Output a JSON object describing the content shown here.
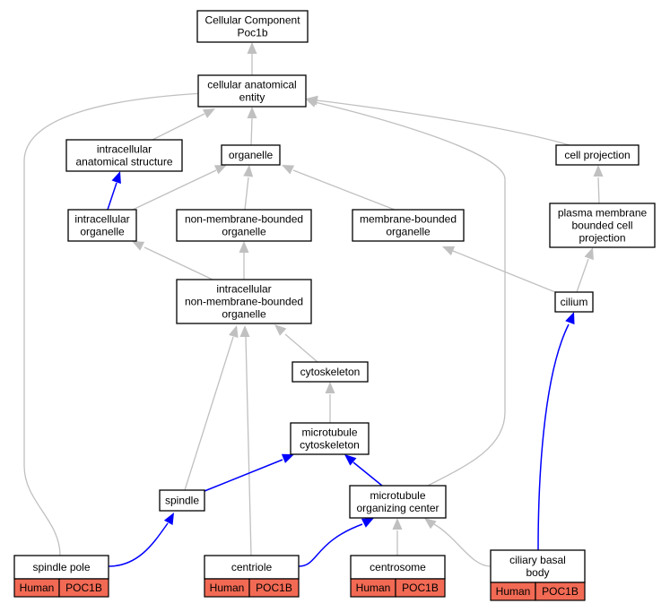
{
  "nodes": {
    "root": {
      "lines": [
        "Cellular Component",
        "Poc1b"
      ]
    },
    "cae": {
      "lines": [
        "cellular anatomical",
        "entity"
      ]
    },
    "ias": {
      "lines": [
        "intracellular",
        "anatomical structure"
      ]
    },
    "organelle": {
      "lines": [
        "organelle"
      ]
    },
    "cellproj": {
      "lines": [
        "cell projection"
      ]
    },
    "io": {
      "lines": [
        "intracellular",
        "organelle"
      ]
    },
    "nmbo": {
      "lines": [
        "non-membrane-bounded",
        "organelle"
      ]
    },
    "mbo": {
      "lines": [
        "membrane-bounded",
        "organelle"
      ]
    },
    "pmbcp": {
      "lines": [
        "plasma membrane",
        "bounded cell",
        "projection"
      ]
    },
    "inmbo": {
      "lines": [
        "intracellular",
        "non-membrane-bounded",
        "organelle"
      ]
    },
    "cilium": {
      "lines": [
        "cilium"
      ]
    },
    "cytoskeleton": {
      "lines": [
        "cytoskeleton"
      ]
    },
    "mtcyto": {
      "lines": [
        "microtubule",
        "cytoskeleton"
      ]
    },
    "spindle": {
      "lines": [
        "spindle"
      ]
    },
    "mtoc": {
      "lines": [
        "microtubule",
        "organizing center"
      ]
    },
    "spindlepole": {
      "lines": [
        "spindle pole"
      ],
      "species": "Human",
      "gene": "POC1B"
    },
    "centriole": {
      "lines": [
        "centriole"
      ],
      "species": "Human",
      "gene": "POC1B"
    },
    "centrosome": {
      "lines": [
        "centrosome"
      ],
      "species": "Human",
      "gene": "POC1B"
    },
    "ciliarybasal": {
      "lines": [
        "ciliary basal",
        "body"
      ],
      "species": "Human",
      "gene": "POC1B"
    }
  },
  "edges": [
    {
      "from": "cae",
      "to": "root",
      "kind": "is_a"
    },
    {
      "from": "ias",
      "to": "cae",
      "kind": "is_a"
    },
    {
      "from": "organelle",
      "to": "cae",
      "kind": "is_a"
    },
    {
      "from": "cellproj",
      "to": "cae",
      "kind": "is_a"
    },
    {
      "from": "spindlepole",
      "to": "cae",
      "kind": "is_a"
    },
    {
      "from": "mtoc",
      "to": "cae",
      "kind": "is_a"
    },
    {
      "from": "io",
      "to": "ias",
      "kind": "part_of"
    },
    {
      "from": "io",
      "to": "organelle",
      "kind": "is_a"
    },
    {
      "from": "nmbo",
      "to": "organelle",
      "kind": "is_a"
    },
    {
      "from": "mbo",
      "to": "organelle",
      "kind": "is_a"
    },
    {
      "from": "pmbcp",
      "to": "cellproj",
      "kind": "is_a"
    },
    {
      "from": "inmbo",
      "to": "io",
      "kind": "is_a"
    },
    {
      "from": "inmbo",
      "to": "nmbo",
      "kind": "is_a"
    },
    {
      "from": "cilium",
      "to": "mbo",
      "kind": "is_a"
    },
    {
      "from": "cilium",
      "to": "pmbcp",
      "kind": "is_a"
    },
    {
      "from": "cytoskeleton",
      "to": "inmbo",
      "kind": "is_a"
    },
    {
      "from": "spindle",
      "to": "inmbo",
      "kind": "is_a"
    },
    {
      "from": "centriole",
      "to": "inmbo",
      "kind": "is_a"
    },
    {
      "from": "mtcyto",
      "to": "cytoskeleton",
      "kind": "is_a"
    },
    {
      "from": "spindle",
      "to": "mtcyto",
      "kind": "part_of"
    },
    {
      "from": "mtoc",
      "to": "mtcyto",
      "kind": "part_of"
    },
    {
      "from": "spindlepole",
      "to": "spindle",
      "kind": "part_of"
    },
    {
      "from": "centriole",
      "to": "mtoc",
      "kind": "part_of"
    },
    {
      "from": "centrosome",
      "to": "mtoc",
      "kind": "is_a"
    },
    {
      "from": "ciliarybasal",
      "to": "mtoc",
      "kind": "is_a"
    },
    {
      "from": "ciliarybasal",
      "to": "cilium",
      "kind": "part_of"
    }
  ],
  "colors": {
    "is_a": "#c0c0c0",
    "part_of": "#0000ff",
    "annotation": "#f26a54"
  }
}
